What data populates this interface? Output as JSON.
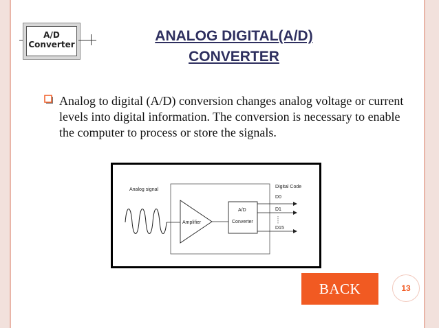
{
  "icon": {
    "line1": "A/D",
    "line2": "Converter"
  },
  "title": {
    "line1": "ANALOG DIGITAL(A/D)",
    "line2": "CONVERTER"
  },
  "body": {
    "bullet_icon": "square-bullet-icon",
    "paragraph": "Analog to digital (A/D) conversion changes analog voltage or current levels into digital information. The conversion is necessary to enable the computer to process or store the signals."
  },
  "diagram": {
    "analog_label": "Analog signal",
    "digital_label": "Digital Code",
    "amplifier_label": "Amplifier",
    "converter_line1": "A/D",
    "converter_line2": "Converter",
    "outputs": [
      "D0",
      "D1",
      "D15"
    ]
  },
  "nav": {
    "back_label": "BACK"
  },
  "footer": {
    "page_number": "13"
  },
  "colors": {
    "title": "#2e2f5f",
    "accent": "#f15a22",
    "frame": "#e9b5a8"
  }
}
